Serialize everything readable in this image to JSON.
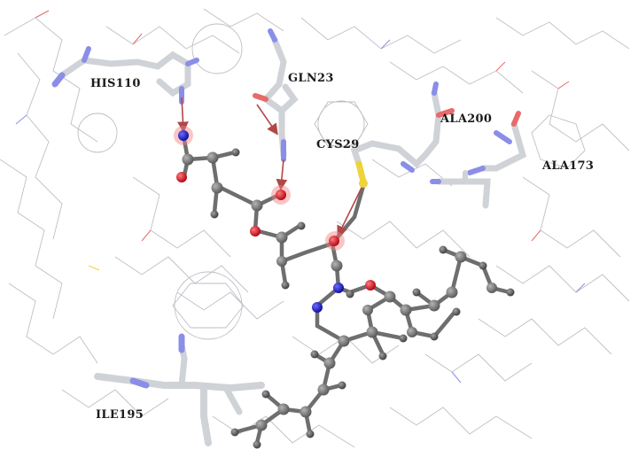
{
  "labels": {
    "his110": "HIS110",
    "gln23": "GLN23",
    "cys29": "CYS29",
    "ala200": "ALA200",
    "ala173": "ALA173",
    "ile195": "ILE195"
  },
  "colors": {
    "carbon_ligand": "#6e6e6e",
    "oxygen": "#e0202a",
    "nitrogen": "#1414d2",
    "sulfur": "#ecd43a",
    "residue_stick": "#cfd2d6",
    "residue_nitrogen": "#8a8ee8",
    "residue_oxygen": "#e86a6a",
    "hbond_arrow": "#b04848",
    "background_wire": "#b8b8c0"
  }
}
